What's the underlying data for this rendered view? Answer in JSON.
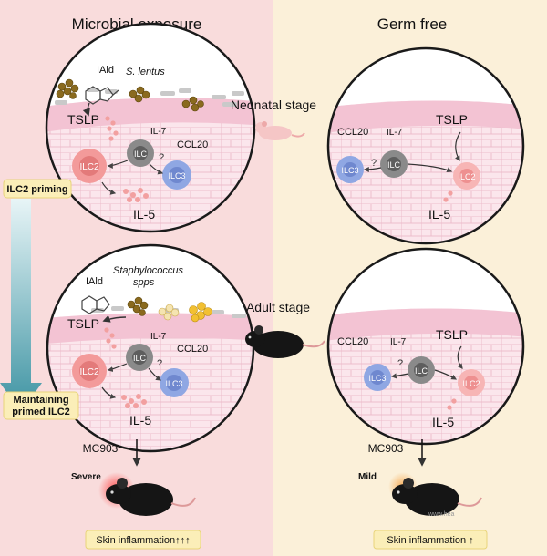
{
  "panels": {
    "left_title": "Microbial exposure",
    "right_title": "Germ free"
  },
  "stages": {
    "neonatal": "Neonatal stage",
    "adult": "Adult stage"
  },
  "labels": {
    "iald": "IAld",
    "s_lentus": "S. lentus",
    "staph_1": "Staphylococcus",
    "staph_2": "spps",
    "tslp": "TSLP",
    "il7": "IL-7",
    "ccl20": "CCL20",
    "ilc": "ILC",
    "ilc2": "ILC2",
    "ilc3": "ILC3",
    "il5": "IL-5",
    "question": "?",
    "mc903": "MC903",
    "severe": "Severe",
    "mild": "Mild"
  },
  "timeline": {
    "priming": "ILC2 priming",
    "maintaining_1": "Maintaining",
    "maintaining_2": "primed ILC2"
  },
  "outcomes": {
    "left": "Skin inflammation↑↑↑",
    "right": "Skin inflammation ↑"
  },
  "watermark": "www.hea",
  "colors": {
    "left_bg": "#f9dcdc",
    "right_bg": "#fbf0d9",
    "ilc2": "#f39a9a",
    "ilc3": "#8fa7e3",
    "ilc": "#8a8a8a",
    "priming_box": "#fbeeb8",
    "arrow_teal": "#3d93a2",
    "tissue_pink": "#f4c9d6"
  }
}
